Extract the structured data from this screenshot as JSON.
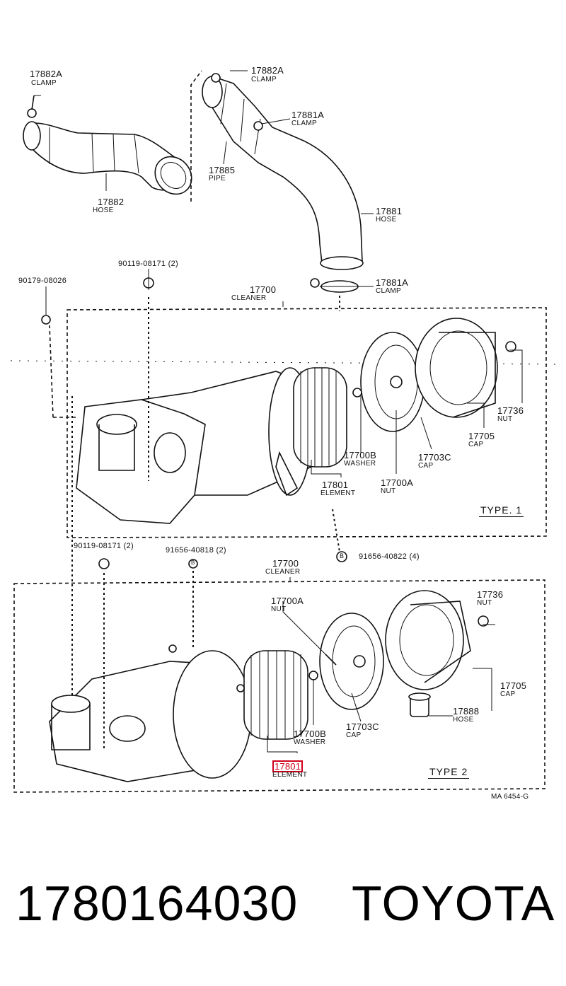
{
  "labels": {
    "clamp_17882a_num": "17882A",
    "clamp_17882a_name": "CLAMP",
    "hose_17882_num": "17882",
    "hose_17882_name": "HOSE",
    "clamp_17882a_b_num": "17882A",
    "clamp_17882a_b_name": "CLAMP",
    "clamp_17881a_num": "17881A",
    "clamp_17881a_name": "CLAMP",
    "pipe_17885_num": "17885",
    "pipe_17885_name": "PIPE",
    "hose_17881_num": "17881",
    "hose_17881_name": "HOSE",
    "clamp_17881a_b_num": "17881A",
    "clamp_17881a_b_name": "CLAMP",
    "bolt_90119_top": "90119-08171 (2)",
    "part_90179": "90179-08026",
    "cleaner_17700_num": "17700",
    "cleaner_17700_name": "CLEANER",
    "nut_17736_num": "17736",
    "nut_17736_name": "NUT",
    "cap_17705_num": "17705",
    "cap_17705_name": "CAP",
    "washer_17700b_num": "17700B",
    "washer_17700b_name": "WASHER",
    "cap_17703c_num": "17703C",
    "cap_17703c_name": "CAP",
    "element_17801_num": "17801",
    "element_17801_name": "ELEMENT",
    "nut_17700a_num": "17700A",
    "nut_17700a_name": "NUT",
    "type1": "TYPE. 1",
    "bolt_90119_mid": "90119-08171 (2)",
    "part_91656_40818": "91656-40818 (2)",
    "part_91656_40822": "91656-40822 (4)",
    "b_marker": "B",
    "cleaner2_17700_num": "17700",
    "cleaner2_17700_name": "CLEANER",
    "nut2_17700a_num": "17700A",
    "nut2_17700a_name": "NUT",
    "nut2_17736_num": "17736",
    "nut2_17736_name": "NUT",
    "cap2_17705_num": "17705",
    "cap2_17705_name": "CAP",
    "hose_17888_num": "17888",
    "hose_17888_name": "HOSE",
    "washer2_17700b_num": "17700B",
    "washer2_17700b_name": "WASHER",
    "cap2_17703c_num": "17703C",
    "cap2_17703c_name": "CAP",
    "element2_17801_num": "17801",
    "element2_17801_name": "ELEMENT",
    "type2": "TYPE  2",
    "drawing_ref": "MA 6454-G"
  },
  "footer": {
    "part_number": "1780164030",
    "brand": "TOYOTA"
  },
  "colors": {
    "highlight": "#d0021b",
    "ink": "#111111"
  }
}
